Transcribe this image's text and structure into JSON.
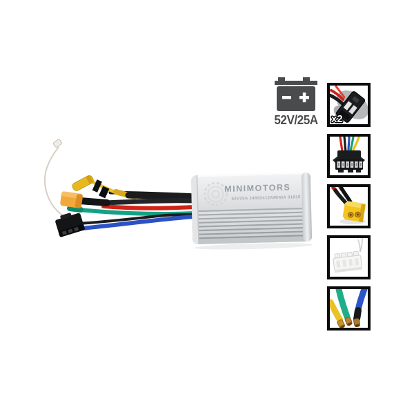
{
  "page": {
    "background": "#ffffff",
    "description_icon": "motor-controller-product-photo"
  },
  "product_photo": {
    "brand": "MINIMOTORS",
    "serial": "52V25A 24692412AMINIA 01819",
    "body_color": "#d7d9db",
    "text_color": "#9aa0a4",
    "wire_colors": {
      "black": "#1b1c1e",
      "red": "#cf2318",
      "teal": "#14a285",
      "blue": "#2a52c4",
      "yellow": "#eac229",
      "orange_connector": "#f2a93b",
      "antenna": "#d8cfc3"
    }
  },
  "spec_badge": {
    "icon": "battery-icon",
    "label": "52V/25A",
    "color": "#4a4b4d"
  },
  "thumbnails": [
    {
      "name": "battery-plug-thumbnail",
      "icon": "2pin-battery-connector-icon",
      "badge": "x2"
    },
    {
      "name": "signal-plug-thumbnail",
      "icon": "6pin-sm-connector-icon"
    },
    {
      "name": "xt60-plug-thumbnail",
      "icon": "xt60-connector-icon"
    },
    {
      "name": "white-plug-thumbnail",
      "icon": "white-jst-connector-icon"
    },
    {
      "name": "phase-wires-thumbnail",
      "icon": "bullet-phase-wires-icon"
    }
  ]
}
